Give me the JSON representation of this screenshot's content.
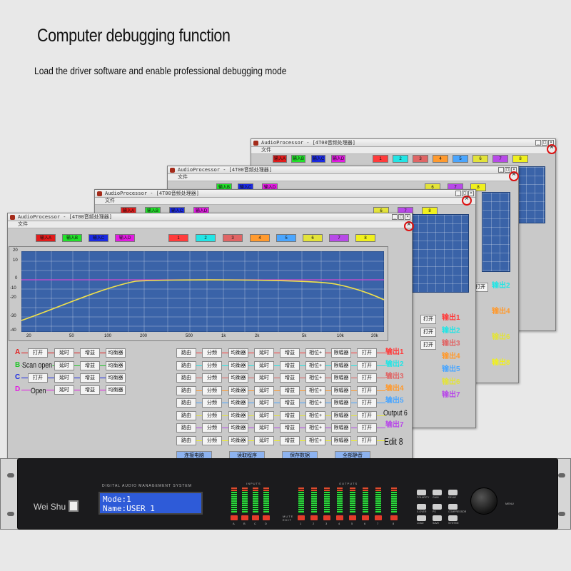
{
  "header": {
    "headline": "Computer debugging function",
    "subline": "Load the driver software and enable professional debugging mode"
  },
  "windows": {
    "title": "AudioProcessor - [4T00音频处理器]",
    "menu": "文件",
    "controls": [
      "_",
      "□",
      "×"
    ],
    "input_chips": [
      {
        "label": "输入A",
        "color": "#e21b1b"
      },
      {
        "label": "输入B",
        "color": "#22e12a"
      },
      {
        "label": "输入C",
        "color": "#1b2ae2"
      },
      {
        "label": "输入D",
        "color": "#e21be2"
      }
    ],
    "output_chips": [
      {
        "label": "1",
        "color": "#ff3b3b"
      },
      {
        "label": "2",
        "color": "#22e5e5"
      },
      {
        "label": "3",
        "color": "#e06565"
      },
      {
        "label": "4",
        "color": "#ff9a2e"
      },
      {
        "label": "5",
        "color": "#4aa6ff"
      },
      {
        "label": "6",
        "color": "#e3e33a"
      },
      {
        "label": "7",
        "color": "#b84ae8"
      },
      {
        "label": "8",
        "color": "#f0f01e"
      }
    ]
  },
  "graph": {
    "y_ticks": [
      "20",
      "10",
      "0",
      "-10",
      "-20",
      "-30",
      "-40"
    ],
    "x_ticks": [
      "20",
      "50",
      "100",
      "200",
      "500",
      "1k",
      "2k",
      "5k",
      "10k",
      "20k"
    ]
  },
  "input_rows": {
    "letters": [
      {
        "label": "A",
        "color": "#e21b1b"
      },
      {
        "label": "B",
        "color": "#22c52a"
      },
      {
        "label": "C",
        "color": "#1b2ae2"
      },
      {
        "label": "D",
        "color": "#e21be2"
      }
    ],
    "buttons": [
      "打开",
      "延时",
      "增益",
      "均衡器"
    ]
  },
  "output_rows": {
    "buttons": [
      "路由",
      "分频",
      "均衡器",
      "延时",
      "增益",
      "相位+",
      "限幅器",
      "打开"
    ],
    "labels": [
      {
        "label": "输出1",
        "color": "#ff3b3b"
      },
      {
        "label": "输出2",
        "color": "#22e5e5"
      },
      {
        "label": "输出3",
        "color": "#e06565"
      },
      {
        "label": "输出4",
        "color": "#ff9a2e"
      },
      {
        "label": "输出5",
        "color": "#4aa6ff"
      },
      {
        "label": "输出6",
        "color": "#e3e33a"
      },
      {
        "label": "输出7",
        "color": "#b84ae8"
      },
      {
        "label": "输出8",
        "color": "#f0f01e"
      }
    ],
    "bottom_buttons": [
      "连接电脑",
      "读取程序",
      "保存数据",
      "全部静音"
    ]
  },
  "overlays": {
    "scan_open": "Scan open",
    "open": "Open",
    "output6": "Output 6",
    "edit8": "Edit 8"
  },
  "device": {
    "brand": "Wei Shu",
    "title": "DIGITAL AUDIO MANAGEMENT SYSTEM",
    "lcd_line1": "Mode:1",
    "lcd_line2": "Name:USER 1",
    "inputs_label": "INPUTS",
    "outputs_label": "OUTPUTS",
    "input_letters": [
      "A",
      "B",
      "C",
      "D"
    ],
    "output_numbers": [
      "1",
      "2",
      "3",
      "4",
      "5",
      "6",
      "7",
      "8"
    ],
    "mute_label": "MUTE EDIT",
    "right_buttons": [
      "POLARITY",
      "GAIN",
      "DELAY",
      "X-OVER",
      "PS",
      "COMPRESSOR",
      "LOAD",
      "SAVE",
      "SYSTEM"
    ],
    "menu_label": "MENU"
  }
}
